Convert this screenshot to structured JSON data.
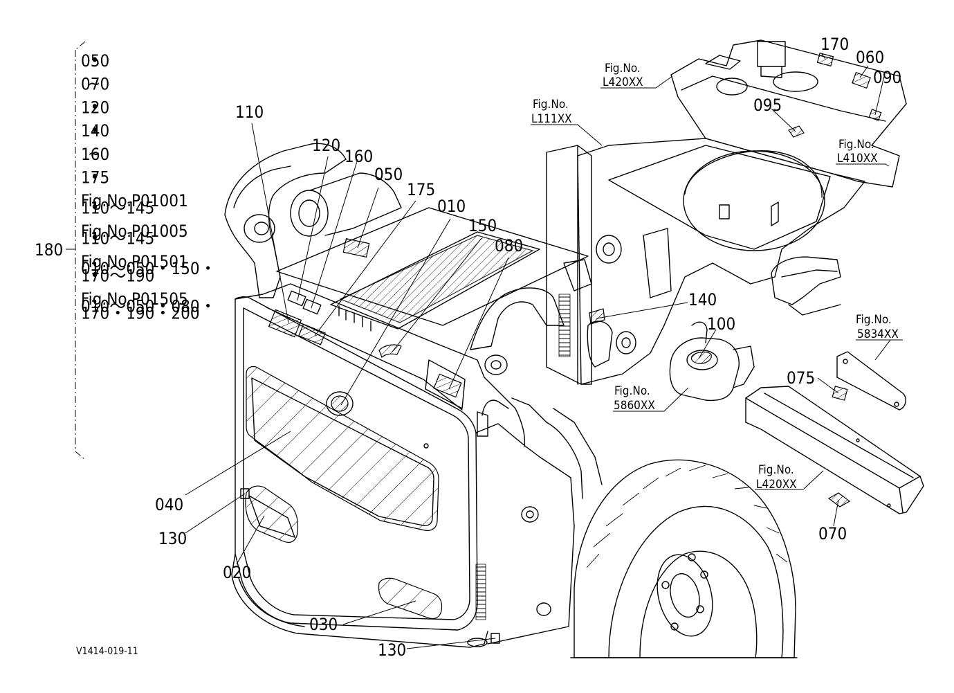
{
  "drawing_code": "V1414-019-11",
  "group_label": {
    "number": "180",
    "lines": [
      "050",
      "•",
      "070",
      "~",
      "120",
      "•",
      "140",
      "•",
      "160",
      "~",
      "175",
      "•",
      "Fig.No.P01001",
      "110～145",
      "•",
      "Fig.No.P01005",
      "110～145",
      "•",
      "Fig.No.P01501",
      "010～050・150・",
      "170～190",
      "•",
      "Fig.No.P01505",
      "010～050・080・",
      "170・190・200"
    ]
  },
  "callouts": {
    "c110": "110",
    "c120": "120",
    "c160": "160",
    "c050": "050",
    "c175": "175",
    "c010": "010",
    "c150": "150",
    "c080": "080",
    "c040": "040",
    "c130a": "130",
    "c020": "020",
    "c030": "030",
    "c130b": "130",
    "c140": "140",
    "c100": "100",
    "c075": "075",
    "c070": "070",
    "c095": "095",
    "c170": "170",
    "c060": "060",
    "c090": "090"
  },
  "fig_refs": {
    "r1": {
      "prefix": "Fig.No.",
      "code": "L420XX"
    },
    "r2": {
      "prefix": "Fig.No.",
      "code": "L111XX"
    },
    "r3": {
      "prefix": "Fig.No.",
      "code": "L410XX"
    },
    "r4": {
      "prefix": "Fig.No.",
      "code": "5834XX"
    },
    "r5": {
      "prefix": "Fig.No.",
      "code": "5860XX"
    },
    "r6": {
      "prefix": "Fig.No.",
      "code": "L420XX"
    }
  }
}
